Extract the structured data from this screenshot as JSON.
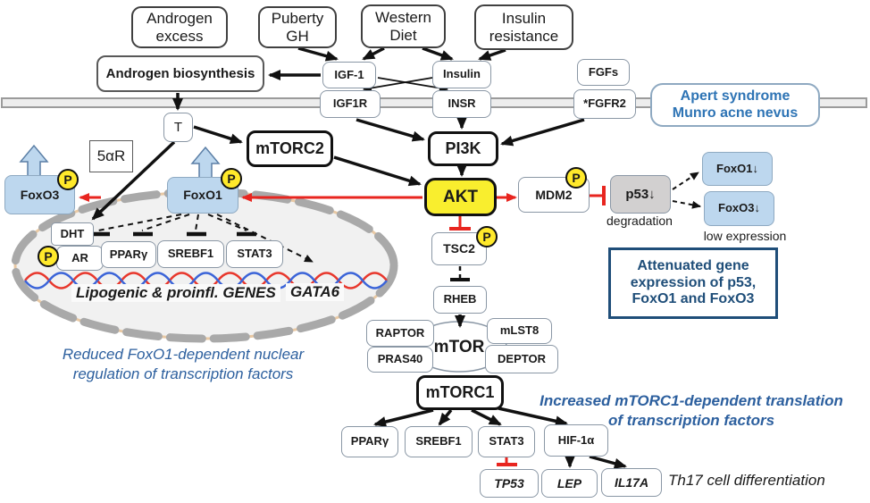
{
  "phospho": "P",
  "colors": {
    "akt_fill": "#F9EE2E",
    "phospho_fill": "#FFE92B",
    "foxo_fill": "#BDD7EE",
    "foxo_border": "#8EA9C1",
    "p53_gray_fill": "#D2D0D0",
    "membrane_gray": "#EDEDED",
    "nucleus_envelope_gray": "#A9A9A9",
    "inhibition_red": "#E8251F",
    "link_blue_text": "#2E74B5",
    "dark_blue_box": "#1F4E79",
    "dna_red": "#E8372C",
    "dna_blue": "#3B64D8"
  },
  "labels": {
    "androgen_excess": "Androgen\nexcess",
    "puberty_gh": "Puberty\nGH",
    "western_diet": "Western\nDiet",
    "insulin_resistance": "Insulin\nresistance",
    "androgen_biosynthesis": "Androgen biosynthesis",
    "igf1": "IGF-1",
    "insulin": "Insulin",
    "fgfs": "FGFs",
    "igf1r": "IGF1R",
    "insr": "INSR",
    "fgfr2": "*FGFR2",
    "apert": "Apert syndrome\nMunro acne nevus",
    "t": "T",
    "five_alpha_r": "5αR",
    "mtorc2": "mTORC2",
    "pi3k": "PI3K",
    "akt": "AKT",
    "mdm2": "MDM2",
    "p53_down": "p53↓",
    "degradation": "degradation",
    "foxo1_down": "FoxO1↓",
    "foxo3_down": "FoxO3↓",
    "low_expression": "low expression",
    "attenuated": "Attenuated gene\nexpression of p53,\nFoxO1 and FoxO3",
    "foxo3": "FoxO3",
    "foxo1": "FoxO1",
    "dht": "DHT",
    "ar": "AR",
    "ppar_gamma_nucleus": "PPARγ",
    "srebf1_nucleus": "SREBF1",
    "stat3_nucleus": "STAT3",
    "lipogenic_genes": "Lipogenic & proinfl. GENES",
    "gata6": "GATA6",
    "tsc2": "TSC2",
    "rheb": "RHEB",
    "raptor": "RAPTOR",
    "mlst8": "mLST8",
    "pras40": "PRAS40",
    "deptor": "DEPTOR",
    "mtor": "mTOR",
    "mtorc1": "mTORC1",
    "ppar_gamma": "PPARγ",
    "srebf1": "SREBF1",
    "stat3": "STAT3",
    "hif1a": "HIF-1α",
    "tp53": "TP53",
    "lep": "LEP",
    "il17a": "IL17A"
  },
  "notes": {
    "reduced": "Reduced FoxO1-dependent nuclear\nregulation of transcription factors",
    "increased": "Increased mTORC1-dependent translation\nof transcription factors",
    "th17": "Th17 cell differentiation"
  }
}
